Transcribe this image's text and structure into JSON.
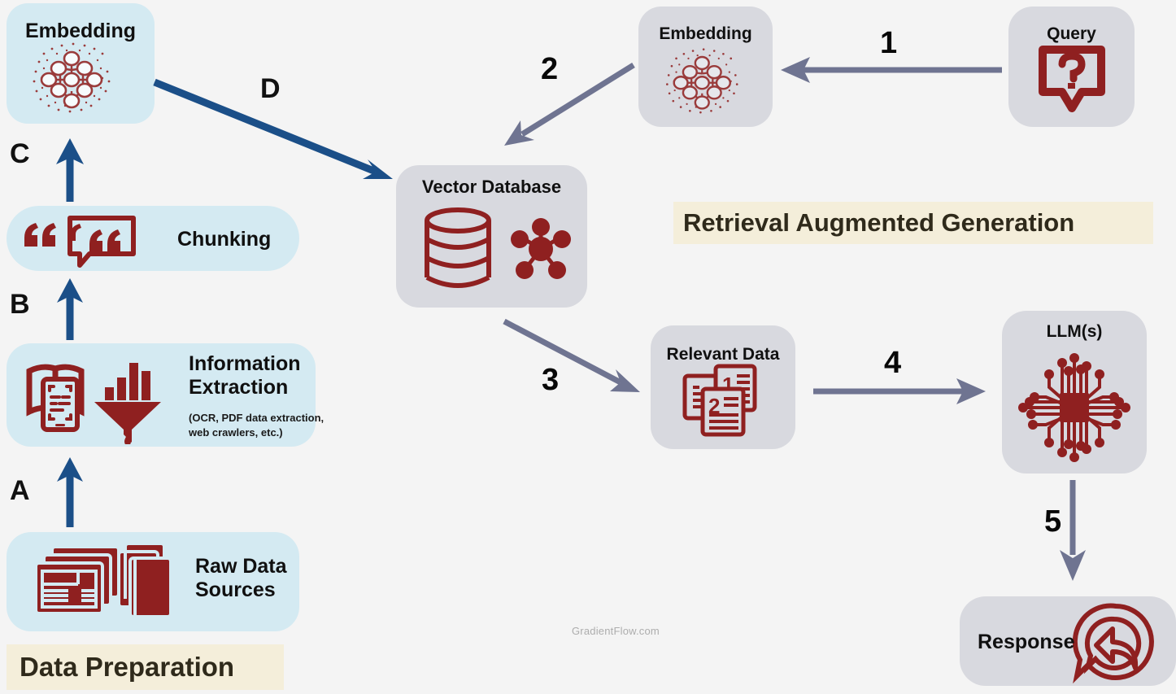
{
  "diagram": {
    "title": "Retrieval Augmented Generation",
    "watermark": "GradientFlow.com",
    "colors": {
      "background": "#f4f4f4",
      "node_blue": "#d4eaf2",
      "node_gray": "#d8d9df",
      "icon_red": "#8f2020",
      "arrow_blue": "#1b4f88",
      "arrow_gray": "#6f7491",
      "banner_bg": "#f4eeda",
      "text": "#101010"
    }
  },
  "banners": [
    {
      "id": "data-preparation",
      "label": "Data Preparation"
    },
    {
      "id": "retrieval-augmented-generation",
      "label": "Retrieval Augmented Generation"
    }
  ],
  "nodes": [
    {
      "id": "embedding-left",
      "label": "Embedding",
      "icon": "neural-network-icon",
      "style": "blue"
    },
    {
      "id": "chunking",
      "label": "Chunking",
      "icon": "quote-bubble-icon",
      "style": "blue"
    },
    {
      "id": "information-extraction",
      "label": "Information\nExtraction",
      "sublabel": "(OCR, PDF data extraction,\nweb crawlers, etc.)",
      "icon": "book-scan-funnel-icon",
      "style": "blue"
    },
    {
      "id": "raw-data-sources",
      "label": "Raw Data\nSources",
      "icon": "documents-stack-icon",
      "style": "blue"
    },
    {
      "id": "vector-database",
      "label": "Vector Database",
      "icon": "database-graph-icon",
      "style": "gray"
    },
    {
      "id": "embedding-right",
      "label": "Embedding",
      "icon": "neural-network-icon",
      "style": "gray"
    },
    {
      "id": "query",
      "label": "Query",
      "icon": "question-bubble-icon",
      "style": "gray"
    },
    {
      "id": "relevant-data",
      "label": "Relevant Data",
      "icon": "ranked-documents-icon",
      "style": "gray"
    },
    {
      "id": "llm",
      "label": "LLM(s)",
      "icon": "chip-icon",
      "style": "gray"
    },
    {
      "id": "response",
      "label": "Response",
      "icon": "reply-bubble-icon",
      "style": "gray"
    }
  ],
  "edges": [
    {
      "id": "edge-a",
      "label": "A",
      "from": "raw-data-sources",
      "to": "information-extraction",
      "color": "blue"
    },
    {
      "id": "edge-b",
      "label": "B",
      "from": "information-extraction",
      "to": "chunking",
      "color": "blue"
    },
    {
      "id": "edge-c",
      "label": "C",
      "from": "chunking",
      "to": "embedding-left",
      "color": "blue"
    },
    {
      "id": "edge-d",
      "label": "D",
      "from": "embedding-left",
      "to": "vector-database",
      "color": "blue"
    },
    {
      "id": "edge-1",
      "label": "1",
      "from": "query",
      "to": "embedding-right",
      "color": "gray"
    },
    {
      "id": "edge-2",
      "label": "2",
      "from": "embedding-right",
      "to": "vector-database",
      "color": "gray"
    },
    {
      "id": "edge-3",
      "label": "3",
      "from": "vector-database",
      "to": "relevant-data",
      "color": "gray"
    },
    {
      "id": "edge-4",
      "label": "4",
      "from": "relevant-data",
      "to": "llm",
      "color": "gray"
    },
    {
      "id": "edge-5",
      "label": "5",
      "from": "llm",
      "to": "response",
      "color": "gray"
    }
  ]
}
